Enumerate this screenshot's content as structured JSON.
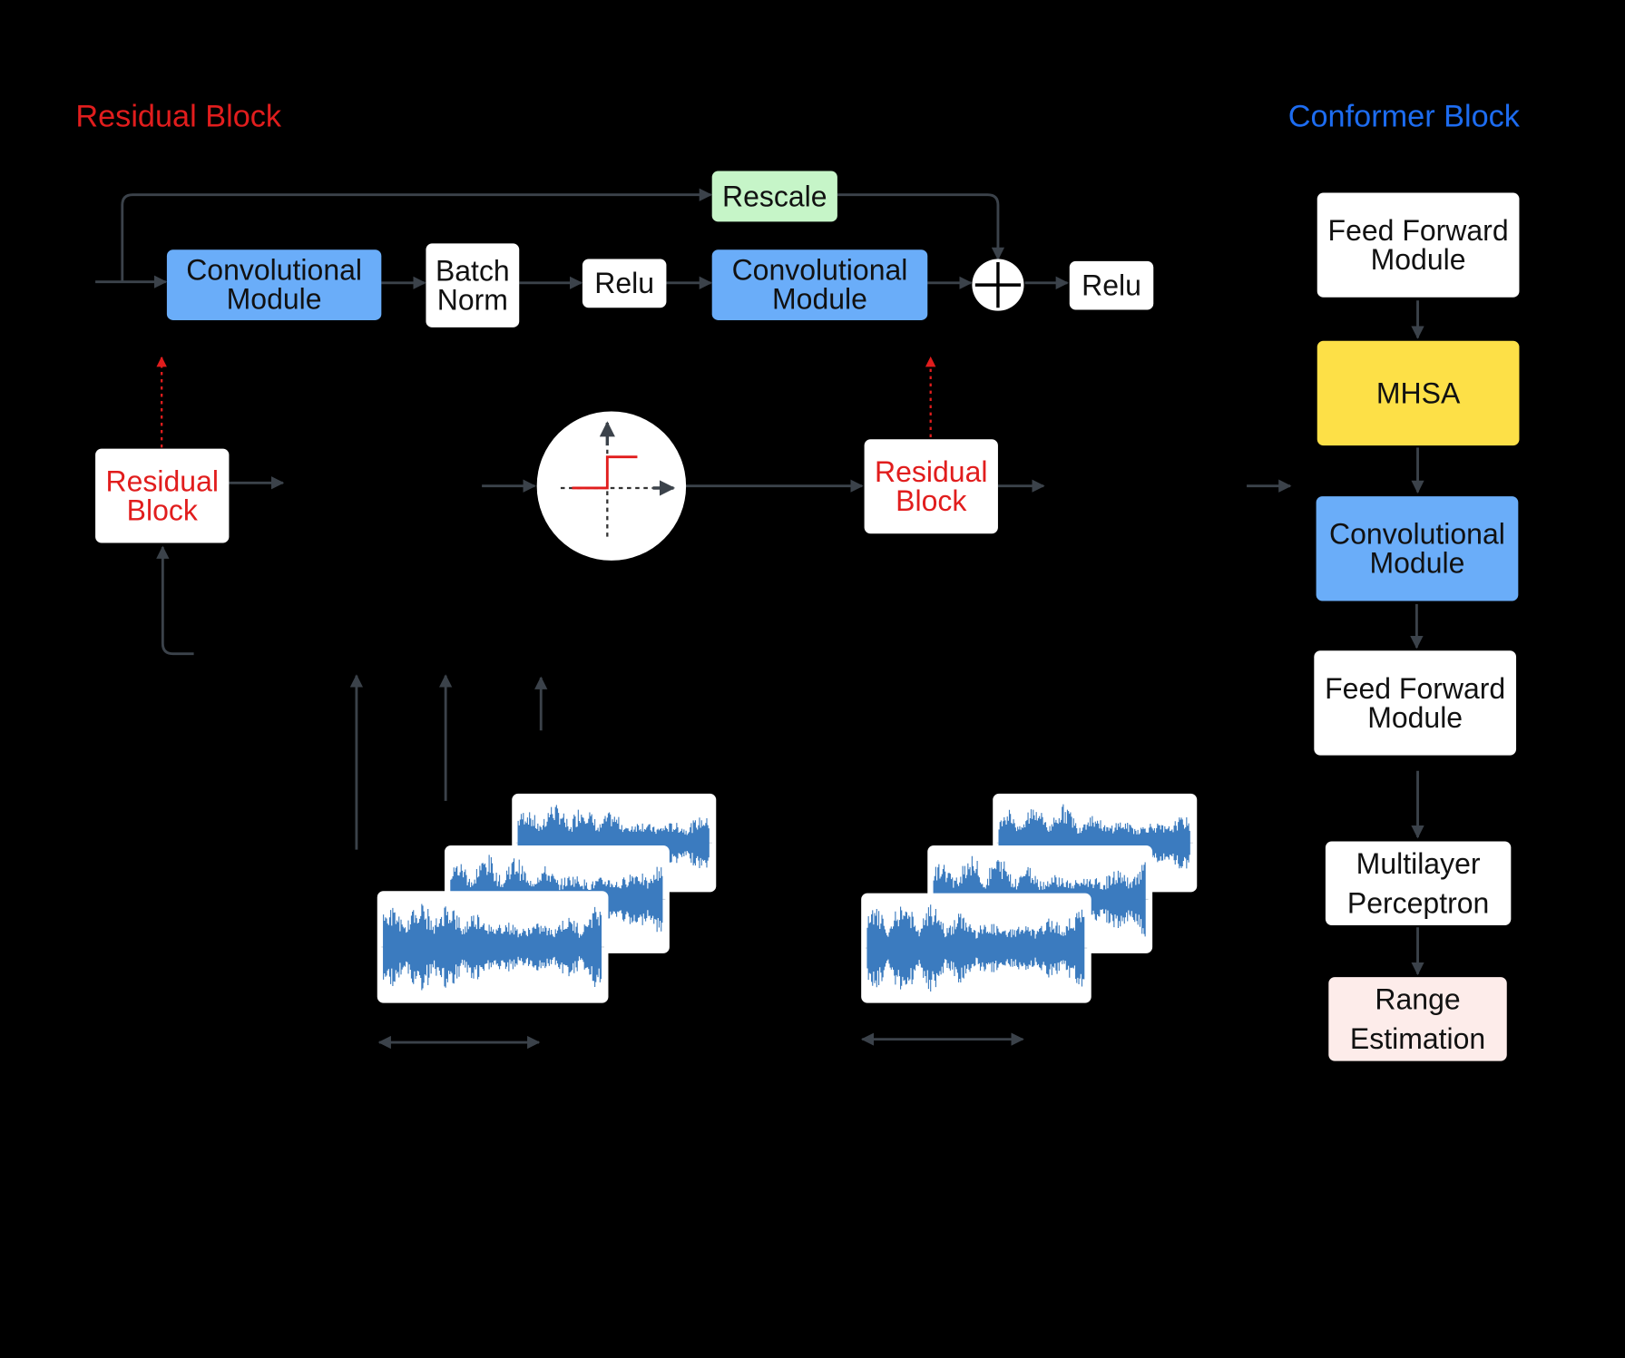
{
  "residual_title": "Residual Block",
  "conformer_title": "Conformer Block",
  "residual_detail": {
    "rescale": "Rescale",
    "conv1": "Convolutional\nModule",
    "batch_norm": "Batch\nNorm",
    "relu1": "Relu",
    "conv2": "Convolutional\nModule",
    "relu2": "Relu"
  },
  "pipeline": {
    "residual_block_1": "Residual\nBlock",
    "residual_block_2": "Residual\nBlock"
  },
  "conformer": {
    "ff1": "Feed Forward\nModule",
    "mhsa": "MHSA",
    "conv": "Convolutional\nModule",
    "ff2": "Feed Forward\nModule",
    "mlp": "Multilayer\nPerceptron",
    "range": "Range\nEstimation"
  },
  "colors": {
    "residual_title": "#e11d1d",
    "conformer_title": "#1d6cf0",
    "conv_module": "#6aadf9",
    "rescale": "#c6f5c8",
    "mhsa": "#fde047",
    "range_estimation": "#fdecea",
    "arrow": "#3b424a",
    "waveform": "#3b7bbf"
  }
}
